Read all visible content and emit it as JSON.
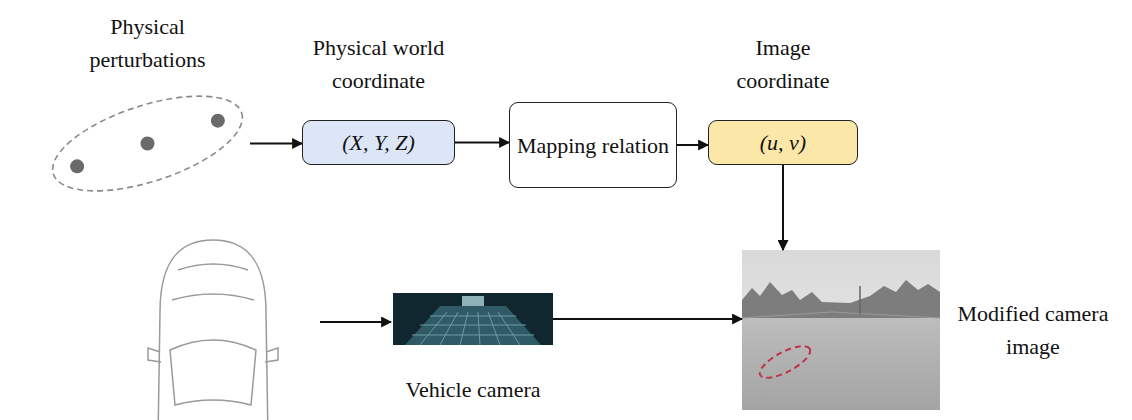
{
  "diagram": {
    "nodes": [
      {
        "text": [
          "Physical perturbations"
        ]
      },
      {
        "text": [
          "Physical world coordinate",
          "(X, Y, Z)"
        ]
      },
      {
        "text": [
          "Mapping relation"
        ]
      },
      {
        "text": [
          "Image coordinate",
          "(u, v)"
        ]
      },
      {
        "text": [
          "Modified camera image"
        ]
      },
      {
        "text": [
          "Vehicle camera"
        ]
      }
    ],
    "edges": [
      {
        "from": 0,
        "to": 1,
        "arrow": "to"
      },
      {
        "from": 1,
        "to": 2,
        "arrow": "to"
      },
      {
        "from": 2,
        "to": 3,
        "arrow": "to"
      },
      {
        "from": 3,
        "to": 4,
        "arrow": "to"
      },
      {
        "from": 5,
        "to": 4,
        "arrow": "to"
      }
    ]
  }
}
